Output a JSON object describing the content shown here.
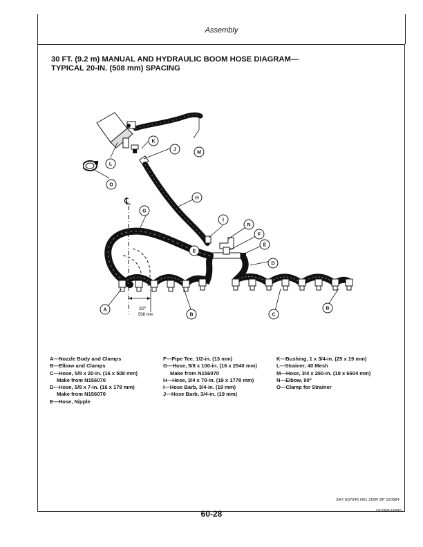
{
  "header": {
    "section": "Assembly"
  },
  "title": {
    "line1": "30 FT. (9.2 m) MANUAL AND HYDRAULIC BOOM HOSE DIAGRAM—",
    "line2": "TYPICAL 20-IN. (508 mm) SPACING"
  },
  "diagram": {
    "callouts": [
      "A",
      "B",
      "C",
      "D",
      "E",
      "F",
      "G",
      "H",
      "I",
      "J",
      "K",
      "L",
      "M",
      "N",
      "O"
    ],
    "centerline_symbol": "℄",
    "spacing_label_in": "20\"",
    "spacing_label_mm": "508 mm"
  },
  "legend": {
    "col1": [
      {
        "text": "A—Nozzle Body and Clamps"
      },
      {
        "text": "B—Elbow and Clamps"
      },
      {
        "text": "C—Hose, 5/8 x 20-in. (16 x 508 mm)"
      },
      {
        "text": "Make from N156070",
        "indent": true
      },
      {
        "text": "D—Hose, 5/8 x 7-in. (16 x 178 mm)"
      },
      {
        "text": "Make from N156070",
        "indent": true
      },
      {
        "text": "E—Hose, Nipple"
      }
    ],
    "col2": [
      {
        "text": "F—Pipe Tee, 1/2-in. (13 mm)"
      },
      {
        "text": "G—Hose, 5/8 x 100-in. (16 x 2540 mm)"
      },
      {
        "text": "Make from N156070",
        "indent": true
      },
      {
        "text": "H—Hose, 3/4 x 70-in. (19 x 1778 mm)"
      },
      {
        "text": "I—Hose Barb, 3/4-in. (19 mm)"
      },
      {
        "text": "J—Hose Barb, 3/4-in. (19 mm)"
      }
    ],
    "col3": [
      {
        "text": "K—Bushing, 1 x 3/4-in. (25 x 19 mm)"
      },
      {
        "text": "L—Strainer, 40 Mesh"
      },
      {
        "text": "M—Hose, 3/4 x 260-in. (19 x 6604 mm)"
      },
      {
        "text": "N—Elbow, 90°"
      },
      {
        "text": "O—Clamp for Strainer"
      }
    ]
  },
  "footer": {
    "reference": "SA7;N37840  N01;250R  BP  020884",
    "image_code": "N37e608  140984",
    "page_number": "60-28"
  }
}
